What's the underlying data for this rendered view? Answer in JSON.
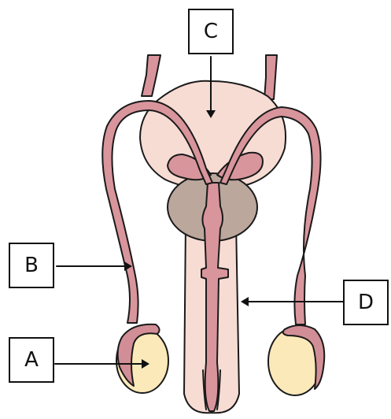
{
  "labels": {
    "a": "A",
    "b": "B",
    "c": "C",
    "d": "D"
  },
  "colors": {
    "bladder": "#f7dcd4",
    "tube": "#d9959c",
    "seminal_vesicle": "#d8959c",
    "prostate": "#bba79c",
    "urethra_body": "#f7dcd4",
    "testis": "#fbe9b9",
    "epididymis": "#d28e96",
    "outline": "#1a1a1a"
  }
}
